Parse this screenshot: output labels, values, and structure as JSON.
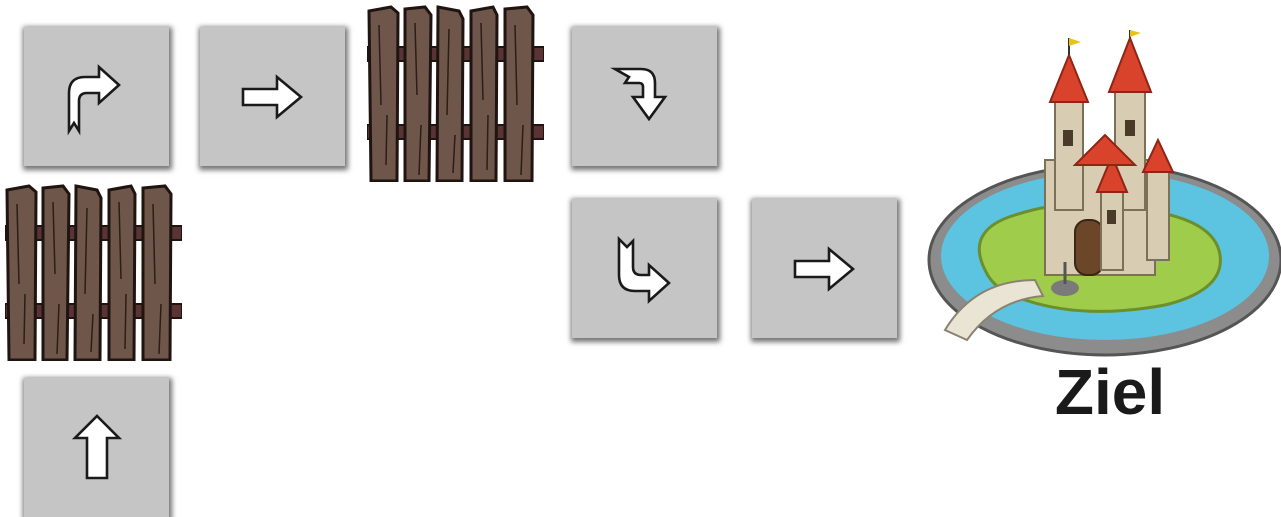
{
  "board": {
    "tiles": [
      {
        "name": "tile-turn-right-up",
        "icon": "arrow-turn-right-icon"
      },
      {
        "name": "tile-arrow-right",
        "icon": "arrow-right-icon"
      },
      {
        "name": "tile-turn-down",
        "icon": "arrow-turn-down-icon"
      },
      {
        "name": "tile-down-right",
        "icon": "arrow-down-right-icon"
      },
      {
        "name": "tile-arrow-right-2",
        "icon": "arrow-right-icon"
      },
      {
        "name": "tile-partial",
        "icon": "arrow-up-icon"
      }
    ],
    "obstacles": [
      "fence-icon",
      "fence-icon"
    ],
    "goal": {
      "icon": "castle-icon",
      "label": "Ziel"
    }
  },
  "colors": {
    "tile": "#c5c5c6",
    "wood": "#6e564b",
    "wood_dark": "#3b2a22",
    "crossbar": "#5a3434",
    "water": "#5cc3e0",
    "grass": "#9fcc4a",
    "roof": "#d9432c"
  }
}
